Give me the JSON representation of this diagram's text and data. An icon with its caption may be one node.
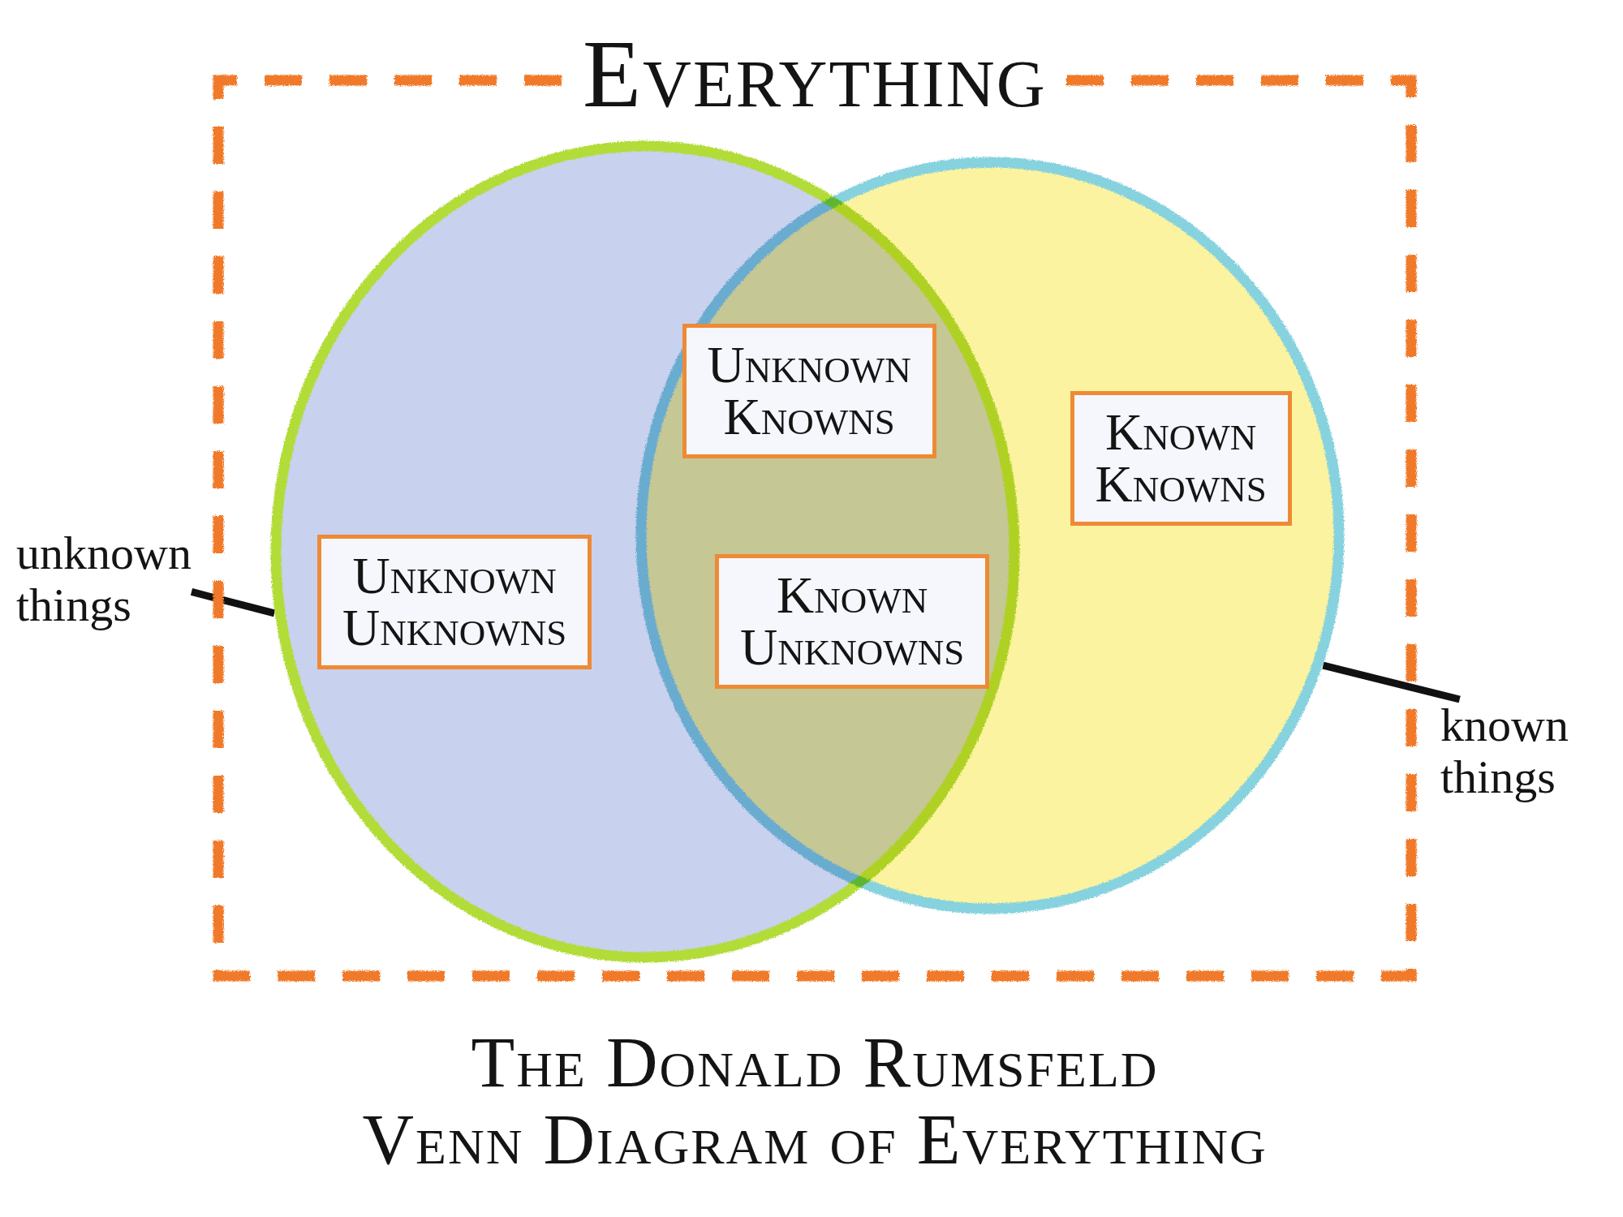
{
  "diagram": {
    "title": "The Donald Rumsfeld Venn Diagram of Everything",
    "nodes": [
      {
        "text": [
          "Everything"
        ]
      },
      {
        "text": [],
        "shape": "circle",
        "in": 0
      },
      {
        "text": [],
        "shape": "circle",
        "in": 0
      },
      {
        "text": [
          "Unknown Knowns"
        ]
      },
      {
        "text": [
          "Known Knowns"
        ],
        "in": 2
      },
      {
        "text": [
          "Unknown Unknowns"
        ],
        "in": 1
      },
      {
        "text": [
          "Known Unknowns"
        ]
      },
      {
        "text": [
          "unknown things"
        ]
      },
      {
        "text": [
          "known things"
        ]
      }
    ],
    "edges": [
      {
        "from": 7,
        "to": 1,
        "arrow": "none"
      },
      {
        "from": 8,
        "to": 2,
        "arrow": "none"
      }
    ]
  }
}
